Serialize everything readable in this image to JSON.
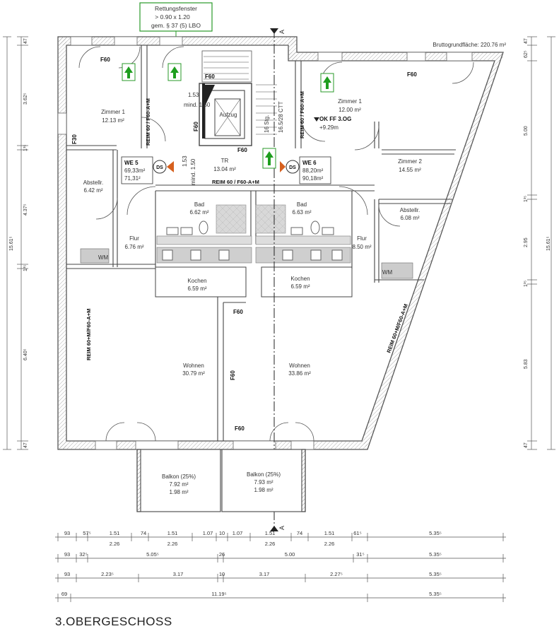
{
  "note": {
    "line1": "Rettungsfenster",
    "line2": "> 0.90 x 1.20",
    "line3": "gem. § 37 (5) LBO"
  },
  "gross_area": "Bruttogrundfläche: 220.76 m²",
  "title": "3.OBERGESCHOSS",
  "section_mark": "A",
  "fire": {
    "f60": "F60",
    "f30": "F30",
    "reim_v1": "REIM 60 / F60-A+M",
    "reim_v2": "REIM 60 / F60-A+M",
    "reim_h": "REIM 60 / F60-A+M",
    "reim_left": "REIM 60+M/F60-A+M",
    "reim_right": "REIM 60+M/F60-A+M"
  },
  "units": {
    "we5": {
      "name": "WE 5",
      "area1": "69,33m²",
      "area2": "71,31²"
    },
    "we6": {
      "name": "WE 6",
      "area1": "88,20m²",
      "area2": "90,18m²"
    },
    "ds": "DS"
  },
  "rooms": {
    "zimmer1_left": {
      "name": "Zimmer 1",
      "area": "12.13 m²"
    },
    "zimmer1_right": {
      "name": "Zimmer 1",
      "area": "12.00 m²"
    },
    "zimmer2": {
      "name": "Zimmer 2",
      "area": "14.55 m²"
    },
    "abstell_left": {
      "name": "Abstellr.",
      "area": "6.42 m²"
    },
    "abstell_right": {
      "name": "Abstellr.",
      "area": "6.08 m²"
    },
    "bad_left": {
      "name": "Bad",
      "area": "6.62 m²"
    },
    "bad_right": {
      "name": "Bad",
      "area": "6.63 m²"
    },
    "flur_left": {
      "name": "Flur",
      "area": "6.76 m²"
    },
    "flur_right": {
      "name": "Flur",
      "area": "8.50 m²"
    },
    "kochen_left": {
      "name": "Kochen",
      "area": "6.59 m²"
    },
    "kochen_right": {
      "name": "Kochen",
      "area": "6.59 m²"
    },
    "wohnen_left": {
      "name": "Wohnen",
      "area": "30.79 m²"
    },
    "wohnen_right": {
      "name": "Wohnen",
      "area": "33.86 m²"
    },
    "tr": {
      "name": "TR",
      "area": "13.04 m²"
    },
    "aufzug": "Aufzug",
    "balkon_left": {
      "name": "Balkon (25%)",
      "area": "7.92 m²",
      "eff": "1.98 m²"
    },
    "balkon_right": {
      "name": "Balkon (25%)",
      "area": "7.93 m²",
      "eff": "1.98 m²"
    },
    "wm": "WM"
  },
  "stair": {
    "label": "16 Stg.",
    "rise": "16.5/28 CTT",
    "min_h": "mind. 1.50",
    "dim_h": "1.53",
    "min_v": "mind. 1.50",
    "dim_v": "1.53"
  },
  "level": {
    "line1": "OK FF 3.OG",
    "line2": "+9.29m"
  },
  "dims_left": [
    "47",
    "3.62⁵",
    "1³⁵",
    "4.37⁵",
    "1³⁵",
    "6.40⁵",
    "47"
  ],
  "dims_left_total": "15.61⁵",
  "dims_right": [
    "47",
    "62⁵",
    "5.00",
    "1³⁵",
    "2.95",
    "1³⁵",
    "5.83",
    "47"
  ],
  "dims_right_total": "15.61⁵",
  "dims_bottom": {
    "row1_top": [
      "93",
      "57⁵",
      "1.51",
      "74",
      "1.51",
      "1.07",
      "10",
      "1.07",
      "1.51",
      "74",
      "1.51",
      "61⁵",
      "5.35⁵"
    ],
    "row1_bottom": [
      "2.26",
      "2.26",
      "2.26",
      "2.26"
    ],
    "row2": [
      "93",
      "32⁵",
      "5.05⁵",
      "26",
      "5.00",
      "31⁵",
      "5.35⁵"
    ],
    "row3": [
      "93",
      "2.23⁵",
      "3.17",
      "10",
      "3.17",
      "2.27⁵",
      "5.35⁵"
    ],
    "row4": [
      "69",
      "11.19⁵",
      "5.35⁵"
    ]
  }
}
